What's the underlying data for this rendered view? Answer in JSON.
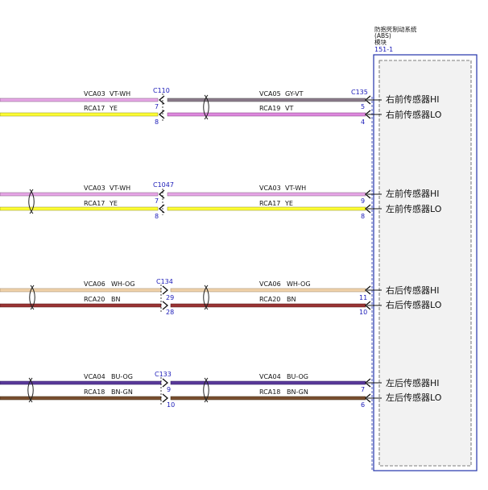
{
  "module": {
    "name_lines": [
      "防抱死制动系统",
      "(ABS)",
      "模块"
    ],
    "id": "151-1",
    "border_color": "#2233aa",
    "fill_color": "#f2f2f2"
  },
  "groups": [
    {
      "connector_a": "C110",
      "connector_b": "C135",
      "wires": [
        {
          "left_circuit": "VCA03",
          "left_color": "VT-WH",
          "left_hex": "#e6a6e6",
          "pin_a": "7",
          "right_circuit": "VCA05",
          "right_color": "GY-VT",
          "right_hex": "#8a7a8a",
          "pin_b": "5",
          "function": "右前传感器HI"
        },
        {
          "left_circuit": "RCA17",
          "left_color": "YE",
          "left_hex": "#ffff33",
          "pin_a": "8",
          "right_circuit": "RCA19",
          "right_color": "VT",
          "right_hex": "#dd88dd",
          "pin_b": "4",
          "function": "右前传感器LO"
        }
      ]
    },
    {
      "connector_a": "C1047",
      "connector_b": "",
      "wires": [
        {
          "left_circuit": "VCA03",
          "left_color": "VT-WH",
          "left_hex": "#e6a6e6",
          "pin_a": "7",
          "right_circuit": "VCA03",
          "right_color": "VT-WH",
          "right_hex": "#e6a6e6",
          "pin_b": "9",
          "function": "左前传感器HI"
        },
        {
          "left_circuit": "RCA17",
          "left_color": "YE",
          "left_hex": "#ffff33",
          "pin_a": "8",
          "right_circuit": "RCA17",
          "right_color": "YE",
          "right_hex": "#ffff33",
          "pin_b": "8",
          "function": "左前传感器LO"
        }
      ]
    },
    {
      "connector_a": "C134",
      "connector_b": "",
      "wires": [
        {
          "left_circuit": "VCA06",
          "left_color": "WH-OG",
          "left_hex": "#f0d2aa",
          "pin_a": "29",
          "right_circuit": "VCA06",
          "right_color": "WH-OG",
          "right_hex": "#f0d2aa",
          "pin_b": "11",
          "function": "右后传感器HI"
        },
        {
          "left_circuit": "RCA20",
          "left_color": "BN",
          "left_hex": "#993333",
          "pin_a": "28",
          "right_circuit": "RCA20",
          "right_color": "BN",
          "right_hex": "#993333",
          "pin_b": "10",
          "function": "右后传感器LO"
        }
      ]
    },
    {
      "connector_a": "C133",
      "connector_b": "",
      "wires": [
        {
          "left_circuit": "VCA04",
          "left_color": "BU-OG",
          "left_hex": "#5a3a9a",
          "pin_a": "9",
          "right_circuit": "VCA04",
          "right_color": "BU-OG",
          "right_hex": "#5a3a9a",
          "pin_b": "7",
          "function": "左后传感器HI"
        },
        {
          "left_circuit": "RCA18",
          "left_color": "BN-GN",
          "left_hex": "#7a5030",
          "pin_a": "10",
          "right_circuit": "RCA18",
          "right_color": "BN-GN",
          "right_hex": "#7a5030",
          "pin_b": "6",
          "function": "左后传感器LO"
        }
      ]
    }
  ]
}
